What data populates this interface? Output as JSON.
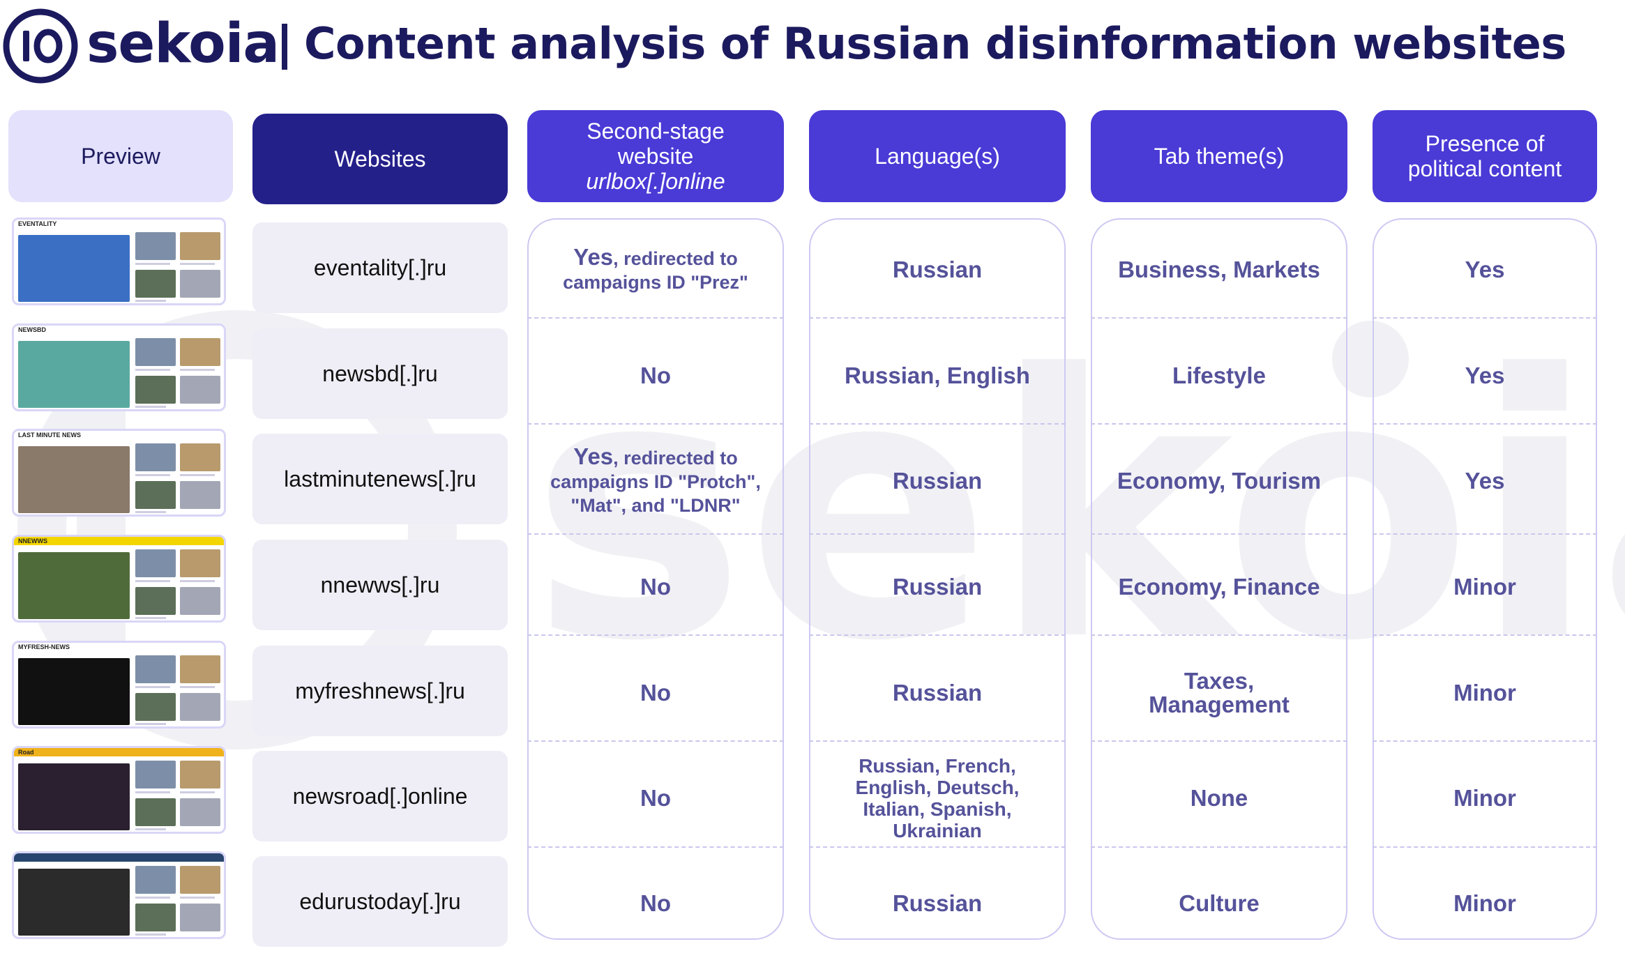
{
  "brand": {
    "name": "sekoia",
    "logo_text": "IO"
  },
  "title": "Content analysis of Russian disinformation websites",
  "headers": {
    "preview": "Preview",
    "websites": "Websites",
    "second_stage_line1": "Second-stage",
    "second_stage_line2": "website",
    "second_stage_line3": "urlbox[.]online",
    "languages": "Language(s)",
    "tab_themes": "Tab theme(s)",
    "political_line1": "Presence of",
    "political_line2": "political content"
  },
  "rows": [
    {
      "website": "eventality[.]ru",
      "thumb_brand": "EVENTALITY",
      "thumb_bar": "#ffffff",
      "thumb_main": "#3a6fc4",
      "second_lead": "Yes",
      "second_rest": ", redirected to",
      "second_line2": "campaigns ID \"Prez\"",
      "second_line3": "",
      "languages": "Russian",
      "tab_themes": "Business, Markets",
      "tab_themes_line2": "",
      "political": "Yes"
    },
    {
      "website": "newsbd[.]ru",
      "thumb_brand": "NEWSBD",
      "thumb_bar": "#ffffff",
      "thumb_main": "#5aa9a0",
      "second_lead": "No",
      "second_rest": "",
      "second_line2": "",
      "second_line3": "",
      "languages": "Russian, English",
      "tab_themes": "Lifestyle",
      "tab_themes_line2": "",
      "political": "Yes"
    },
    {
      "website": "lastminutenews[.]ru",
      "thumb_brand": "LAST MINUTE NEWS",
      "thumb_bar": "#ffffff",
      "thumb_main": "#8a7a6a",
      "second_lead": "Yes",
      "second_rest": ", redirected to",
      "second_line2": "campaigns ID \"Protch\",",
      "second_line3": "\"Mat\", and \"LDNR\"",
      "languages": "Russian",
      "tab_themes": "Economy, Tourism",
      "tab_themes_line2": "",
      "political": "Yes"
    },
    {
      "website": "nnewws[.]ru",
      "thumb_brand": "NNEWWS",
      "thumb_bar": "#f3d500",
      "thumb_main": "#4f6b3a",
      "second_lead": "No",
      "second_rest": "",
      "second_line2": "",
      "second_line3": "",
      "languages": "Russian",
      "tab_themes": "Economy, Finance",
      "tab_themes_line2": "",
      "political": "Minor"
    },
    {
      "website": "myfreshnews[.]ru",
      "thumb_brand": "MYFRESH-NEWS",
      "thumb_bar": "#ffffff",
      "thumb_main": "#111111",
      "second_lead": "No",
      "second_rest": "",
      "second_line2": "",
      "second_line3": "",
      "languages": "Russian",
      "tab_themes": "Taxes,",
      "tab_themes_line2": "Management",
      "political": "Minor"
    },
    {
      "website": "newsroad[.]online",
      "thumb_brand": "Road",
      "thumb_bar": "#f0b21a",
      "thumb_main": "#2a2030",
      "second_lead": "No",
      "second_rest": "",
      "second_line2": "",
      "second_line3": "",
      "languages": "Russian, French,",
      "languages_line2": "English, Deutsch,",
      "languages_line3": "Italian, Spanish,",
      "languages_line4": "Ukrainian",
      "tab_themes": "None",
      "tab_themes_line2": "",
      "political": "Minor"
    },
    {
      "website": "edurustoday[.]ru",
      "thumb_brand": "",
      "thumb_bar": "#27456e",
      "thumb_main": "#2b2b2b",
      "second_lead": "No",
      "second_rest": "",
      "second_line2": "",
      "second_line3": "",
      "languages": "Russian",
      "tab_themes": "Culture",
      "tab_themes_line2": "",
      "political": "Minor"
    }
  ],
  "colors": {
    "navy": "#1c1a5e",
    "header_purple": "#4a3ad6",
    "header_dark": "#24208a",
    "preview_header": "#e3e1fb",
    "cell_text": "#55529a"
  }
}
